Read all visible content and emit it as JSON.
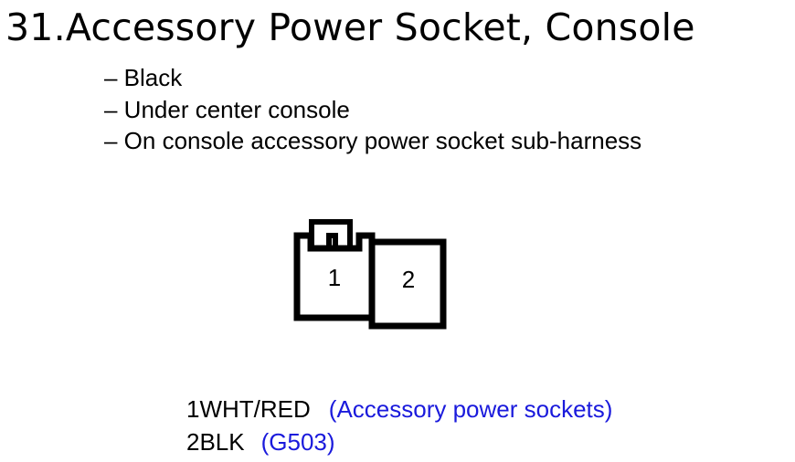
{
  "connector": {
    "number": "31.",
    "name": "Accessory Power Socket, Console",
    "details": [
      "– Black",
      "– Under center console",
      "– On console accessory power socket sub-harness"
    ]
  },
  "diagram": {
    "cavities": [
      "1",
      "2"
    ]
  },
  "pins": [
    {
      "num": "1",
      "wire": "WHT/RED",
      "desc": "(Accessory power sockets)"
    },
    {
      "num": "2",
      "wire": "BLK",
      "desc": "(G503)"
    }
  ],
  "colors": {
    "text": "#000000",
    "description": "#1a1adc"
  }
}
